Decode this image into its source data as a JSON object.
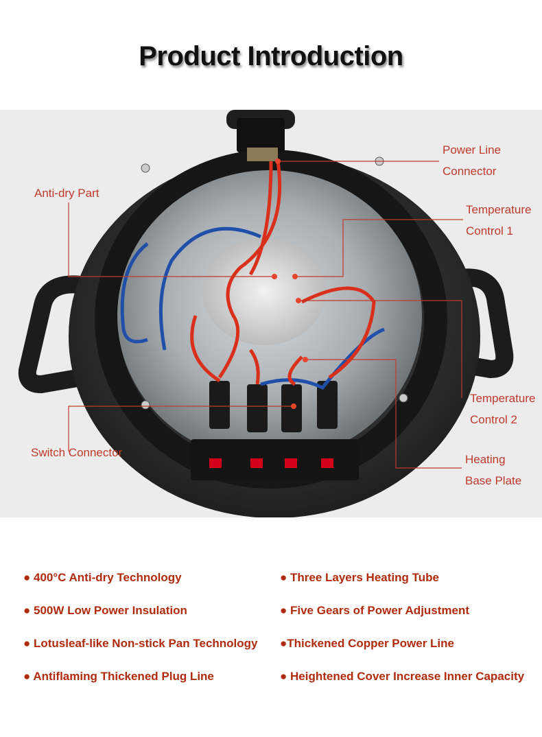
{
  "title": "Product Introduction",
  "colors": {
    "accent": "#c0392b",
    "feature_text": "#b02a0d",
    "leader_line": "#c0392b"
  },
  "callouts": {
    "power_line_connector": [
      "Power Line",
      "Connector"
    ],
    "anti_dry_part": "Anti-dry Part",
    "temperature_control_1": [
      "Temperature",
      "Control 1"
    ],
    "temperature_control_2": [
      "Temperature",
      "Control 2"
    ],
    "switch_connector": "Switch Connector",
    "heating_base_plate": [
      "Heating",
      "Base Plate"
    ]
  },
  "features": {
    "left": [
      "● 400°C Anti-dry Technology",
      "● 500W Low Power Insulation",
      "● Lotusleaf-like Non-stick Pan Technology",
      "● Antiflaming Thickened Plug Line"
    ],
    "right": [
      "● Three Layers Heating Tube",
      "● Five Gears of Power Adjustment",
      "●Thickened Copper Power Line",
      "● Heightened Cover  Increase Inner Capacity"
    ]
  }
}
